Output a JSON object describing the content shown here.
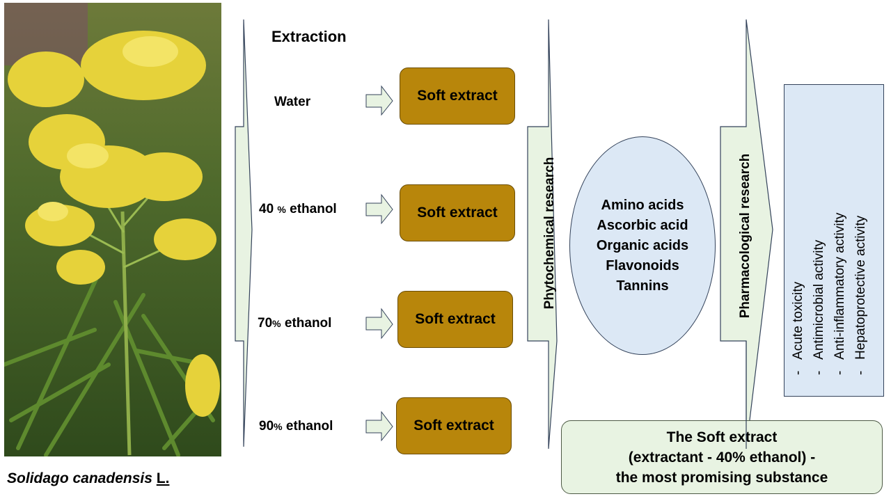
{
  "photo": {
    "caption_species": "Solidago canadensis",
    "caption_author": "L."
  },
  "extraction": {
    "title": "Extraction",
    "rows": [
      {
        "solvent_main": "Water",
        "solvent_pct": "",
        "solvent_rest": "",
        "extract_label": "Soft extract"
      },
      {
        "solvent_main": "40 ",
        "solvent_pct": "%",
        "solvent_rest": " ethanol",
        "extract_label": "Soft extract"
      },
      {
        "solvent_main": "70",
        "solvent_pct": "%",
        "solvent_rest": " ethanol",
        "extract_label": "Soft extract"
      },
      {
        "solvent_main": "90",
        "solvent_pct": "%",
        "solvent_rest": " ethanol",
        "extract_label": "Soft extract"
      }
    ]
  },
  "phytochemical_label": "Phytochemical research",
  "compounds": [
    "Amino acids",
    "Ascorbic acid",
    "Organic acids",
    "Flavonoids",
    "Tannins"
  ],
  "pharmacological_label": "Pharmacological research",
  "activities": [
    "Acute toxicity",
    "Antimicrobial activity",
    "Anti-inflammatory activity",
    "Hepatoprotective activity"
  ],
  "conclusion": [
    "The Soft extract",
    "(extractant - 40% ethanol) -",
    "the most promising substance"
  ],
  "colors": {
    "arrow_fill": "#e8f3e2",
    "extract_fill": "#b8860b",
    "box_fill": "#dce8f5"
  }
}
